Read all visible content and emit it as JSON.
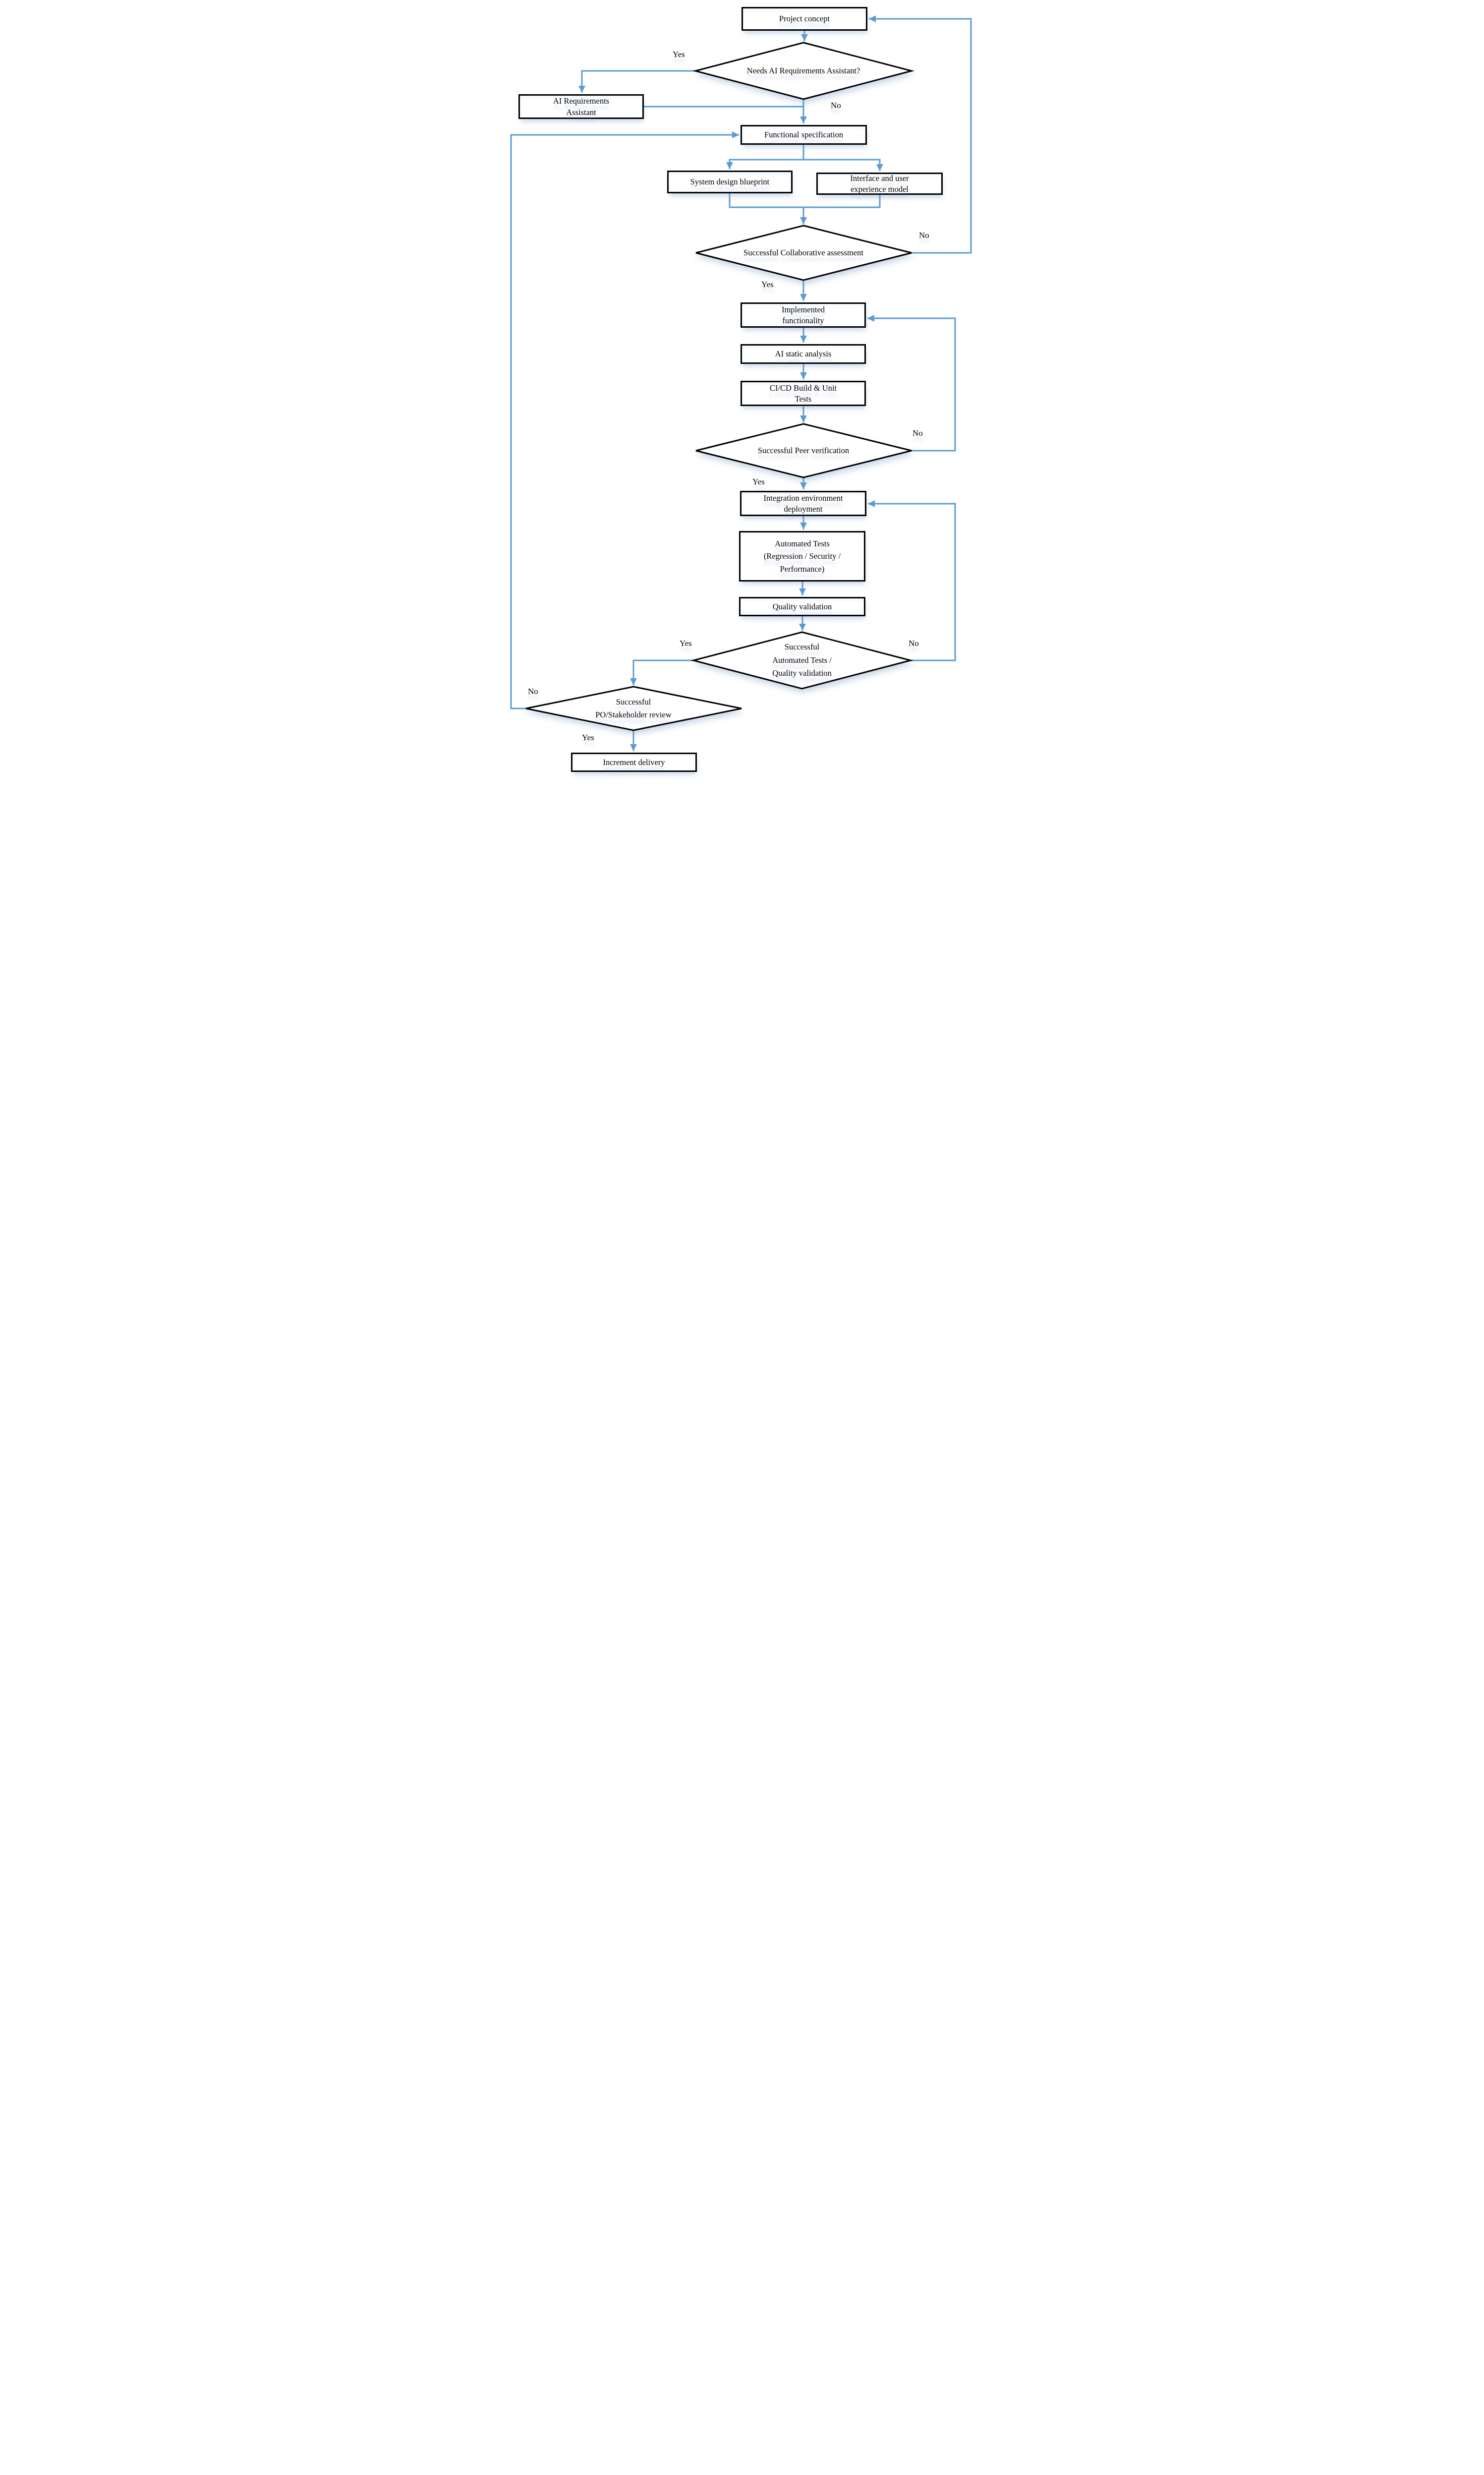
{
  "colors": {
    "connector": "#5B9BD5",
    "shape_border": "#000000",
    "shape_fill": "#FFFFFF",
    "text": "#000000",
    "background": "#FFFFFF"
  },
  "nodes": {
    "project_concept": {
      "shape": "rectangle",
      "label": "Project concept"
    },
    "needs_ai_assistant": {
      "shape": "diamond",
      "label": "Needs AI Requirements Assistant?"
    },
    "ai_requirements_assistant": {
      "shape": "rectangle",
      "label": "AI Requirements\nAssistant"
    },
    "functional_specification": {
      "shape": "rectangle",
      "label": "Functional specification"
    },
    "system_design_blueprint": {
      "shape": "rectangle",
      "label": "System design blueprint"
    },
    "interface_experience_model": {
      "shape": "rectangle",
      "label": "Interface and user\nexperience model"
    },
    "collaborative_assessment": {
      "shape": "diamond",
      "label": "Successful Collaborative assessment"
    },
    "implemented_functionality": {
      "shape": "rectangle",
      "label": "Implemented\nfunctionality"
    },
    "ai_static_analysis": {
      "shape": "rectangle",
      "label": "AI static analysis"
    },
    "cicd_build_unit_tests": {
      "shape": "rectangle",
      "label": "CI/CD Build & Unit\nTests"
    },
    "peer_verification": {
      "shape": "diamond",
      "label": "Successful Peer verification"
    },
    "integration_deployment": {
      "shape": "rectangle",
      "label": "Integration environment\ndeployment"
    },
    "automated_tests": {
      "shape": "rectangle",
      "label": "Automated Tests\n(Regression / Security /\nPerformance)"
    },
    "quality_validation": {
      "shape": "rectangle",
      "label": "Quality validation"
    },
    "automated_quality_decision": {
      "shape": "diamond",
      "label": "Successful\nAutomated Tests /\nQuality validation"
    },
    "po_stakeholder_review": {
      "shape": "diamond",
      "label": "Successful\nPO/Stakeholder review"
    },
    "increment_delivery": {
      "shape": "rectangle",
      "label": "Increment delivery"
    }
  },
  "branch_labels": {
    "needs_ai_yes": "Yes",
    "needs_ai_no": "No",
    "collab_no": "No",
    "collab_yes": "Yes",
    "peer_no": "No",
    "peer_yes": "Yes",
    "autoq_yes": "Yes",
    "autoq_no": "No",
    "po_no": "No",
    "po_yes": "Yes"
  },
  "flow": [
    {
      "from": "project_concept",
      "to": "needs_ai_assistant",
      "label": ""
    },
    {
      "from": "needs_ai_assistant",
      "to": "ai_requirements_assistant",
      "label": "Yes"
    },
    {
      "from": "needs_ai_assistant",
      "to": "functional_specification",
      "label": "No"
    },
    {
      "from": "ai_requirements_assistant",
      "to": "functional_specification",
      "label": ""
    },
    {
      "from": "functional_specification",
      "to": "system_design_blueprint",
      "label": ""
    },
    {
      "from": "functional_specification",
      "to": "interface_experience_model",
      "label": ""
    },
    {
      "from": "system_design_blueprint",
      "to": "collaborative_assessment",
      "label": ""
    },
    {
      "from": "interface_experience_model",
      "to": "collaborative_assessment",
      "label": ""
    },
    {
      "from": "collaborative_assessment",
      "to": "project_concept",
      "label": "No"
    },
    {
      "from": "collaborative_assessment",
      "to": "implemented_functionality",
      "label": "Yes"
    },
    {
      "from": "implemented_functionality",
      "to": "ai_static_analysis",
      "label": ""
    },
    {
      "from": "ai_static_analysis",
      "to": "cicd_build_unit_tests",
      "label": ""
    },
    {
      "from": "cicd_build_unit_tests",
      "to": "peer_verification",
      "label": ""
    },
    {
      "from": "peer_verification",
      "to": "implemented_functionality",
      "label": "No"
    },
    {
      "from": "peer_verification",
      "to": "integration_deployment",
      "label": "Yes"
    },
    {
      "from": "integration_deployment",
      "to": "automated_tests",
      "label": ""
    },
    {
      "from": "automated_tests",
      "to": "quality_validation",
      "label": ""
    },
    {
      "from": "quality_validation",
      "to": "automated_quality_decision",
      "label": ""
    },
    {
      "from": "automated_quality_decision",
      "to": "integration_deployment",
      "label": "No"
    },
    {
      "from": "automated_quality_decision",
      "to": "po_stakeholder_review",
      "label": "Yes"
    },
    {
      "from": "po_stakeholder_review",
      "to": "functional_specification",
      "label": "No"
    },
    {
      "from": "po_stakeholder_review",
      "to": "increment_delivery",
      "label": "Yes"
    }
  ]
}
